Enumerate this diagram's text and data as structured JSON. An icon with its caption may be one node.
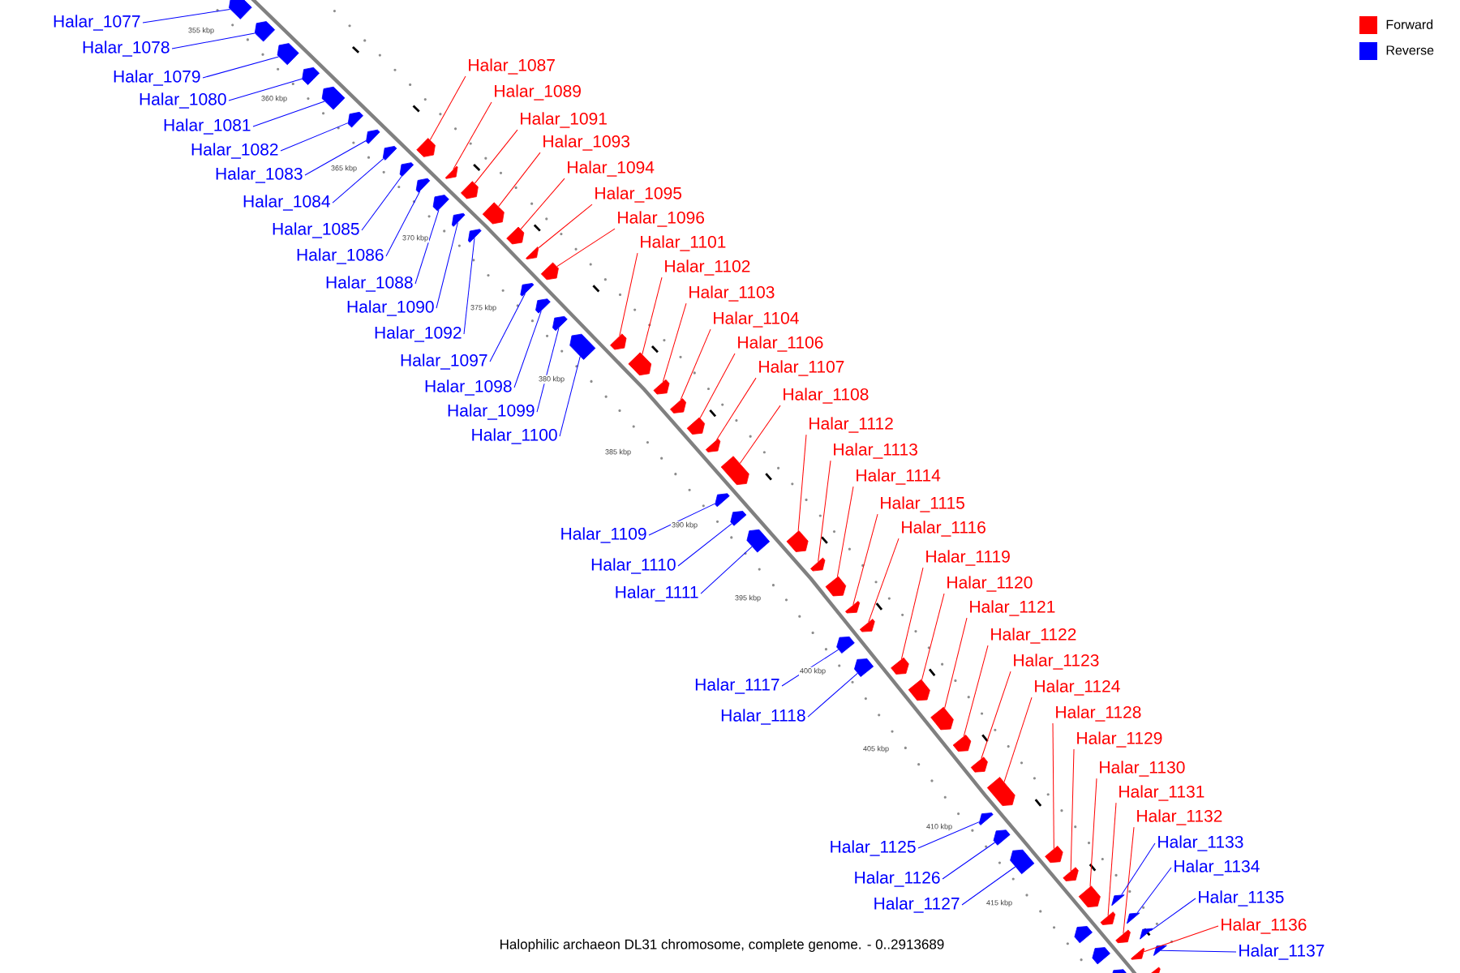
{
  "diagram": {
    "caption": "Halophilic archaeon DL31 chromosome, complete genome. - 0..2913689",
    "nodes": [
      {
        "text": [
          "Halar_1077"
        ]
      },
      {
        "text": [
          "Halar_1078"
        ]
      },
      {
        "text": [
          "Halar_1079"
        ]
      },
      {
        "text": [
          "Halar_1080"
        ]
      },
      {
        "text": [
          "Halar_1081"
        ]
      },
      {
        "text": [
          "Halar_1082"
        ]
      },
      {
        "text": [
          "Halar_1083"
        ]
      },
      {
        "text": [
          "Halar_1084"
        ]
      },
      {
        "text": [
          "Halar_1085"
        ]
      },
      {
        "text": [
          "Halar_1086"
        ]
      },
      {
        "text": [
          "Halar_1087"
        ]
      },
      {
        "text": [
          "Halar_1088"
        ]
      },
      {
        "text": [
          "Halar_1089"
        ]
      },
      {
        "text": [
          "Halar_1090"
        ]
      },
      {
        "text": [
          "Halar_1091"
        ]
      },
      {
        "text": [
          "Halar_1092"
        ]
      },
      {
        "text": [
          "Halar_1093"
        ]
      },
      {
        "text": [
          "Halar_1094"
        ]
      },
      {
        "text": [
          "Halar_1095"
        ]
      },
      {
        "text": [
          "Halar_1096"
        ]
      },
      {
        "text": [
          "Halar_1097"
        ]
      },
      {
        "text": [
          "Halar_1098"
        ]
      },
      {
        "text": [
          "Halar_1099"
        ]
      },
      {
        "text": [
          "Halar_1100"
        ]
      },
      {
        "text": [
          "Halar_1101"
        ]
      },
      {
        "text": [
          "Halar_1102"
        ]
      },
      {
        "text": [
          "Halar_1103"
        ]
      },
      {
        "text": [
          "Halar_1104"
        ]
      },
      {
        "text": [
          "Halar_1106"
        ]
      },
      {
        "text": [
          "Halar_1107"
        ]
      },
      {
        "text": [
          "Halar_1108"
        ]
      },
      {
        "text": [
          "Halar_1109"
        ]
      },
      {
        "text": [
          "Halar_1110"
        ]
      },
      {
        "text": [
          "Halar_1111"
        ]
      },
      {
        "text": [
          "Halar_1112"
        ]
      },
      {
        "text": [
          "Halar_1113"
        ]
      },
      {
        "text": [
          "Halar_1114"
        ]
      },
      {
        "text": [
          "Halar_1115"
        ]
      },
      {
        "text": [
          "Halar_1116"
        ]
      },
      {
        "text": [
          "Halar_1117"
        ]
      },
      {
        "text": [
          "Halar_1118"
        ]
      },
      {
        "text": [
          "Halar_1119"
        ]
      },
      {
        "text": [
          "Halar_1120"
        ]
      },
      {
        "text": [
          "Halar_1121"
        ]
      },
      {
        "text": [
          "Halar_1122"
        ]
      },
      {
        "text": [
          "Halar_1123"
        ]
      },
      {
        "text": [
          "Halar_1124"
        ]
      },
      {
        "text": [
          "Halar_1125"
        ]
      },
      {
        "text": [
          "Halar_1126"
        ]
      },
      {
        "text": [
          "Halar_1127"
        ]
      },
      {
        "text": [
          "Halar_1128"
        ]
      },
      {
        "text": [
          "Halar_1129"
        ]
      },
      {
        "text": [
          "Halar_1130"
        ]
      },
      {
        "text": [
          "Halar_1131"
        ]
      },
      {
        "text": [
          "Halar_1132"
        ]
      },
      {
        "text": [
          "Halar_1133"
        ]
      },
      {
        "text": [
          "Halar_1134"
        ]
      },
      {
        "text": [
          "Halar_1135"
        ]
      },
      {
        "text": [
          "Halar_1136"
        ]
      },
      {
        "text": [
          "Halar_1137"
        ]
      },
      {
        "text": [],
        "shape": "arrow"
      },
      {
        "text": [],
        "shape": "arrow"
      },
      {
        "text": [],
        "shape": "arrow"
      },
      {
        "text": [],
        "shape": "arrow"
      },
      {
        "text": [],
        "shape": "arrow"
      },
      {
        "text": [],
        "shape": "arrow"
      },
      {
        "text": [],
        "shape": "arrow"
      },
      {
        "text": [],
        "shape": "arrow"
      },
      {
        "text": [],
        "shape": "arrow"
      },
      {
        "text": [],
        "shape": "arrow"
      },
      {
        "text": [],
        "shape": "arrow"
      },
      {
        "text": [],
        "shape": "arrow"
      },
      {
        "text": [],
        "shape": "arrow"
      },
      {
        "text": [],
        "shape": "arrow"
      },
      {
        "text": [],
        "shape": "arrow"
      },
      {
        "text": [],
        "shape": "arrow"
      },
      {
        "text": [],
        "shape": "arrow"
      },
      {
        "text": [],
        "shape": "arrow"
      },
      {
        "text": [],
        "shape": "arrow"
      },
      {
        "text": [],
        "shape": "arrow"
      },
      {
        "text": [],
        "shape": "arrow"
      },
      {
        "text": [],
        "shape": "arrow"
      },
      {
        "text": [],
        "shape": "arrow"
      },
      {
        "text": [],
        "shape": "arrow"
      },
      {
        "text": [],
        "shape": "arrow"
      },
      {
        "text": [],
        "shape": "arrow"
      },
      {
        "text": [],
        "shape": "arrow"
      },
      {
        "text": [],
        "shape": "arrow"
      },
      {
        "text": [],
        "shape": "arrow"
      },
      {
        "text": [],
        "shape": "arrow"
      },
      {
        "text": [],
        "shape": "arrow"
      },
      {
        "text": [],
        "shape": "arrow"
      },
      {
        "text": [],
        "shape": "arrow"
      },
      {
        "text": [],
        "shape": "arrow"
      },
      {
        "text": [],
        "shape": "arrow"
      },
      {
        "text": [],
        "shape": "arrow"
      },
      {
        "text": [],
        "shape": "arrow"
      },
      {
        "text": [],
        "shape": "arrow"
      },
      {
        "text": [],
        "shape": "arrow"
      },
      {
        "text": [],
        "shape": "arrow"
      },
      {
        "text": [],
        "shape": "arrow"
      },
      {
        "text": [],
        "shape": "arrow"
      },
      {
        "text": [],
        "shape": "arrow"
      },
      {
        "text": [],
        "shape": "arrow"
      },
      {
        "text": [],
        "shape": "arrow"
      },
      {
        "text": [],
        "shape": "arrow"
      },
      {
        "text": [],
        "shape": "arrow"
      },
      {
        "text": [],
        "shape": "arrow"
      },
      {
        "text": [],
        "shape": "arrow"
      },
      {
        "text": [],
        "shape": "arrow"
      },
      {
        "text": [],
        "shape": "arrow"
      },
      {
        "text": [],
        "shape": "arrow"
      },
      {
        "text": [],
        "shape": "arrow"
      },
      {
        "text": [],
        "shape": "arrow"
      },
      {
        "text": [],
        "shape": "arrow"
      },
      {
        "text": [],
        "shape": "arrow"
      },
      {
        "text": [],
        "shape": "arrow"
      },
      {
        "text": [],
        "shape": "arrow"
      },
      {
        "text": [],
        "shape": "arrow"
      },
      {
        "text": [],
        "shape": "arrow"
      },
      {
        "text": [],
        "shape": "arrow"
      },
      {
        "text": [],
        "shape": "arrow"
      },
      {
        "text": [],
        "shape": "arrow"
      },
      {
        "text": [],
        "shape": "arrow"
      }
    ],
    "edges": [
      {
        "from": 0,
        "to": 60,
        "arrow": "none",
        "color": "#0000ff"
      },
      {
        "from": 1,
        "to": 61,
        "arrow": "none",
        "color": "#0000ff"
      },
      {
        "from": 2,
        "to": 62,
        "arrow": "none",
        "color": "#0000ff"
      },
      {
        "from": 3,
        "to": 63,
        "arrow": "none",
        "color": "#0000ff"
      },
      {
        "from": 4,
        "to": 64,
        "arrow": "none",
        "color": "#0000ff"
      },
      {
        "from": 5,
        "to": 65,
        "arrow": "none",
        "color": "#0000ff"
      },
      {
        "from": 6,
        "to": 66,
        "arrow": "none",
        "color": "#0000ff"
      },
      {
        "from": 7,
        "to": 67,
        "arrow": "none",
        "color": "#0000ff"
      },
      {
        "from": 8,
        "to": 68,
        "arrow": "none",
        "color": "#0000ff"
      },
      {
        "from": 9,
        "to": 69,
        "arrow": "none",
        "color": "#0000ff"
      },
      {
        "from": 10,
        "to": 70,
        "arrow": "none",
        "color": "#ff0000"
      },
      {
        "from": 11,
        "to": 71,
        "arrow": "none",
        "color": "#0000ff"
      },
      {
        "from": 12,
        "to": 72,
        "arrow": "none",
        "color": "#ff0000"
      },
      {
        "from": 13,
        "to": 73,
        "arrow": "none",
        "color": "#0000ff"
      },
      {
        "from": 14,
        "to": 74,
        "arrow": "none",
        "color": "#ff0000"
      },
      {
        "from": 15,
        "to": 75,
        "arrow": "none",
        "color": "#0000ff"
      },
      {
        "from": 16,
        "to": 76,
        "arrow": "none",
        "color": "#ff0000"
      },
      {
        "from": 17,
        "to": 77,
        "arrow": "none",
        "color": "#ff0000"
      },
      {
        "from": 18,
        "to": 78,
        "arrow": "none",
        "color": "#ff0000"
      },
      {
        "from": 19,
        "to": 79,
        "arrow": "none",
        "color": "#ff0000"
      },
      {
        "from": 20,
        "to": 80,
        "arrow": "none",
        "color": "#0000ff"
      },
      {
        "from": 21,
        "to": 81,
        "arrow": "none",
        "color": "#0000ff"
      },
      {
        "from": 22,
        "to": 82,
        "arrow": "none",
        "color": "#0000ff"
      },
      {
        "from": 23,
        "to": 83,
        "arrow": "none",
        "color": "#0000ff"
      },
      {
        "from": 24,
        "to": 84,
        "arrow": "none",
        "color": "#ff0000"
      },
      {
        "from": 25,
        "to": 85,
        "arrow": "none",
        "color": "#ff0000"
      },
      {
        "from": 26,
        "to": 86,
        "arrow": "none",
        "color": "#ff0000"
      },
      {
        "from": 27,
        "to": 87,
        "arrow": "none",
        "color": "#ff0000"
      },
      {
        "from": 28,
        "to": 88,
        "arrow": "none",
        "color": "#ff0000"
      },
      {
        "from": 29,
        "to": 89,
        "arrow": "none",
        "color": "#ff0000"
      },
      {
        "from": 30,
        "to": 90,
        "arrow": "none",
        "color": "#ff0000"
      },
      {
        "from": 31,
        "to": 91,
        "arrow": "none",
        "color": "#0000ff"
      },
      {
        "from": 32,
        "to": 92,
        "arrow": "none",
        "color": "#0000ff"
      },
      {
        "from": 33,
        "to": 93,
        "arrow": "none",
        "color": "#0000ff"
      },
      {
        "from": 34,
        "to": 94,
        "arrow": "none",
        "color": "#ff0000"
      },
      {
        "from": 35,
        "to": 95,
        "arrow": "none",
        "color": "#ff0000"
      },
      {
        "from": 36,
        "to": 96,
        "arrow": "none",
        "color": "#ff0000"
      },
      {
        "from": 37,
        "to": 97,
        "arrow": "none",
        "color": "#ff0000"
      },
      {
        "from": 38,
        "to": 98,
        "arrow": "none",
        "color": "#ff0000"
      },
      {
        "from": 39,
        "to": 99,
        "arrow": "none",
        "color": "#0000ff"
      },
      {
        "from": 40,
        "to": 100,
        "arrow": "none",
        "color": "#0000ff"
      },
      {
        "from": 41,
        "to": 101,
        "arrow": "none",
        "color": "#ff0000"
      },
      {
        "from": 42,
        "to": 102,
        "arrow": "none",
        "color": "#ff0000"
      },
      {
        "from": 43,
        "to": 103,
        "arrow": "none",
        "color": "#ff0000"
      },
      {
        "from": 44,
        "to": 104,
        "arrow": "none",
        "color": "#ff0000"
      },
      {
        "from": 45,
        "to": 105,
        "arrow": "none",
        "color": "#ff0000"
      },
      {
        "from": 46,
        "to": 106,
        "arrow": "none",
        "color": "#ff0000"
      },
      {
        "from": 47,
        "to": 107,
        "arrow": "none",
        "color": "#0000ff"
      },
      {
        "from": 48,
        "to": 108,
        "arrow": "none",
        "color": "#0000ff"
      },
      {
        "from": 49,
        "to": 109,
        "arrow": "none",
        "color": "#0000ff"
      },
      {
        "from": 50,
        "to": 110,
        "arrow": "none",
        "color": "#ff0000"
      },
      {
        "from": 51,
        "to": 111,
        "arrow": "none",
        "color": "#ff0000"
      },
      {
        "from": 52,
        "to": 112,
        "arrow": "none",
        "color": "#ff0000"
      },
      {
        "from": 53,
        "to": 113,
        "arrow": "none",
        "color": "#ff0000"
      },
      {
        "from": 54,
        "to": 114,
        "arrow": "none",
        "color": "#ff0000"
      },
      {
        "from": 55,
        "to": 115,
        "arrow": "none",
        "color": "#0000ff"
      },
      {
        "from": 56,
        "to": 116,
        "arrow": "none",
        "color": "#0000ff"
      },
      {
        "from": 57,
        "to": 117,
        "arrow": "none",
        "color": "#0000ff"
      },
      {
        "from": 58,
        "to": 118,
        "arrow": "none",
        "color": "#ff0000"
      },
      {
        "from": 59,
        "to": 119,
        "arrow": "none",
        "color": "#0000ff"
      }
    ],
    "labels": [
      "355 kbp",
      "360 kbp",
      "365 kbp",
      "370 kbp",
      "375 kbp",
      "380 kbp",
      "385 kbp",
      "390 kbp",
      "395 kbp",
      "400 kbp",
      "405 kbp",
      "410 kbp",
      "415 kbp"
    ],
    "legend": [
      {
        "text": "Forward",
        "color": "#ff0000"
      },
      {
        "text": "Reverse",
        "color": "#0000ff"
      }
    ]
  }
}
